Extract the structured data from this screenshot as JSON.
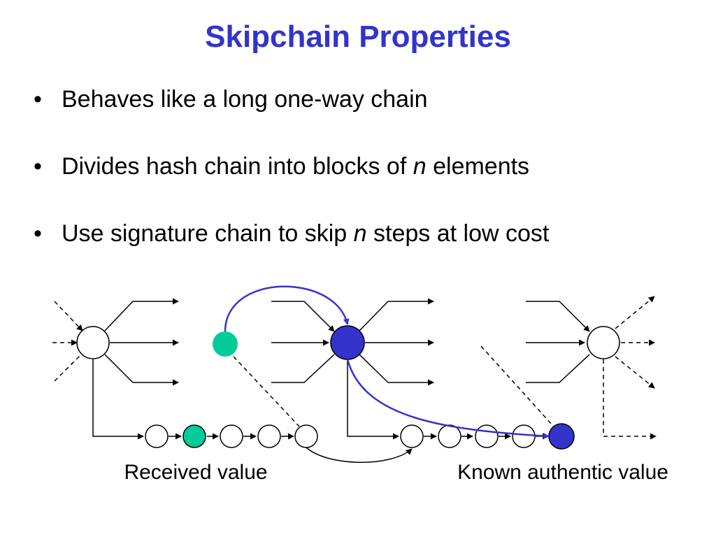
{
  "title": "Skipchain Properties",
  "bullets": [
    {
      "marker": "•",
      "text": "Behaves like a long one-way chain",
      "italic": "",
      "after": ""
    },
    {
      "marker": "•",
      "text": "Divides hash chain into blocks of ",
      "italic": "n",
      "after": " elements"
    },
    {
      "marker": "•",
      "text": "Use signature chain to skip ",
      "italic": "n",
      "after": " steps at low cost"
    }
  ],
  "diagram": {
    "labels": {
      "received": "Received value",
      "known": "Known authentic value"
    },
    "colors": {
      "received_node": "#00cc99",
      "authentic_node": "#3333cc",
      "title": "#3333cc",
      "arrow": "#000000"
    }
  }
}
